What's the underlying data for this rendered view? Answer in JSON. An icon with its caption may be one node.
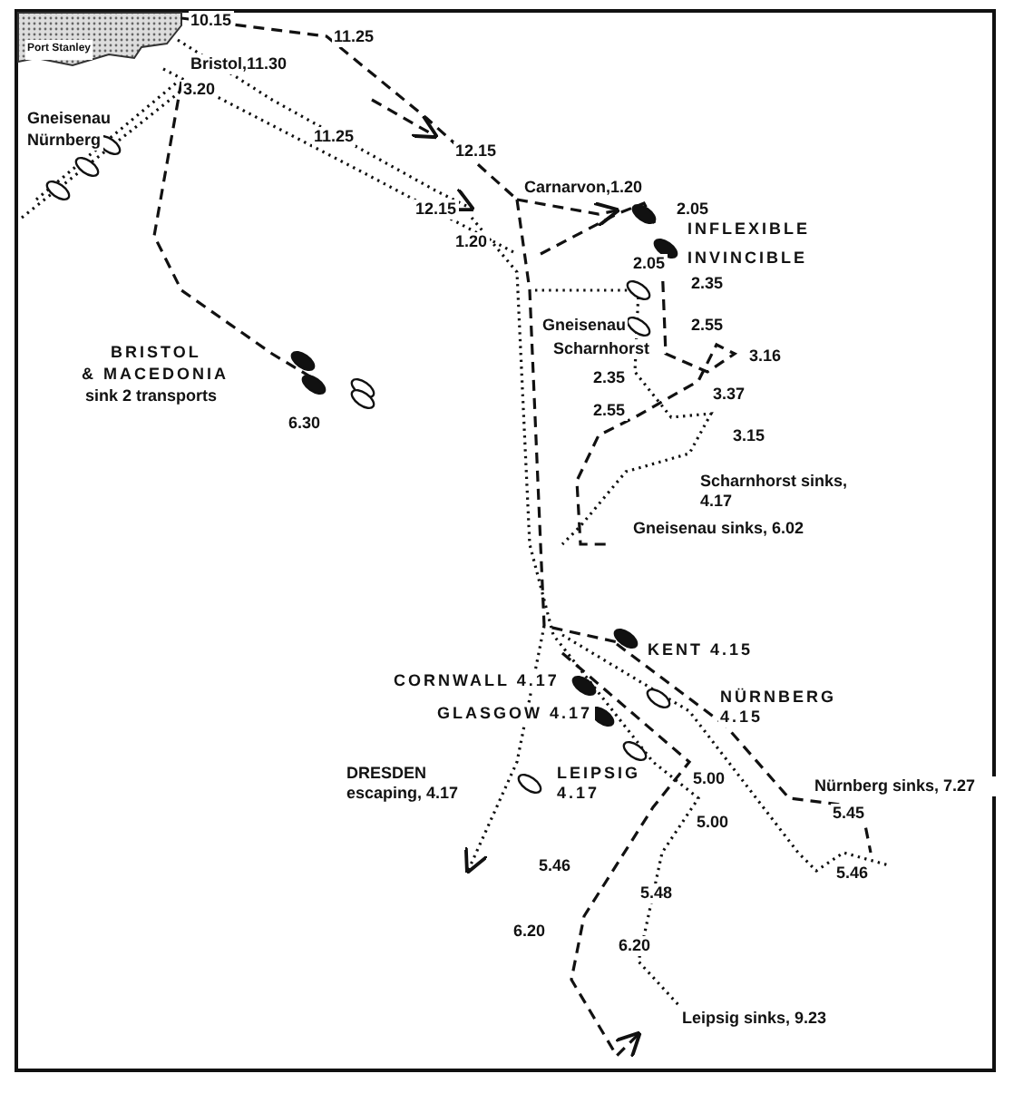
{
  "diagram": {
    "labels": [
      "Port Stanley",
      "10.15",
      "11.25",
      "Bristol,11.30",
      "3.20",
      "Gneisenau",
      "Nürnberg",
      "11.25",
      "12.15",
      "12.15",
      "1.20",
      "Carnarvon,1.20",
      "2.05",
      "INFLEXIBLE",
      "2.05",
      "INVINCIBLE",
      "2.35",
      "Gneisenau",
      "2.55",
      "Scharnhorst",
      "3.16",
      "2.35",
      "3.37",
      "2.55",
      "3.15",
      "Scharnhorst sinks, 4.17",
      "Gneisenau sinks, 6.02",
      "BRISTOL",
      "& MACEDONIA",
      "sink 2 transports",
      "6.30",
      "KENT 4.15",
      "CORNWALL 4.17",
      "NÜRNBERG 4.15",
      "GLASGOW 4.17",
      "DRESDEN escaping, 4.17",
      "LEIPSIG 4.17",
      "5.00",
      "Nürnberg sinks, 7.27",
      "5.45",
      "5.00",
      "5.46",
      "5.46",
      "5.48",
      "6.20",
      "6.20",
      "Leipsig sinks, 9.23"
    ]
  }
}
